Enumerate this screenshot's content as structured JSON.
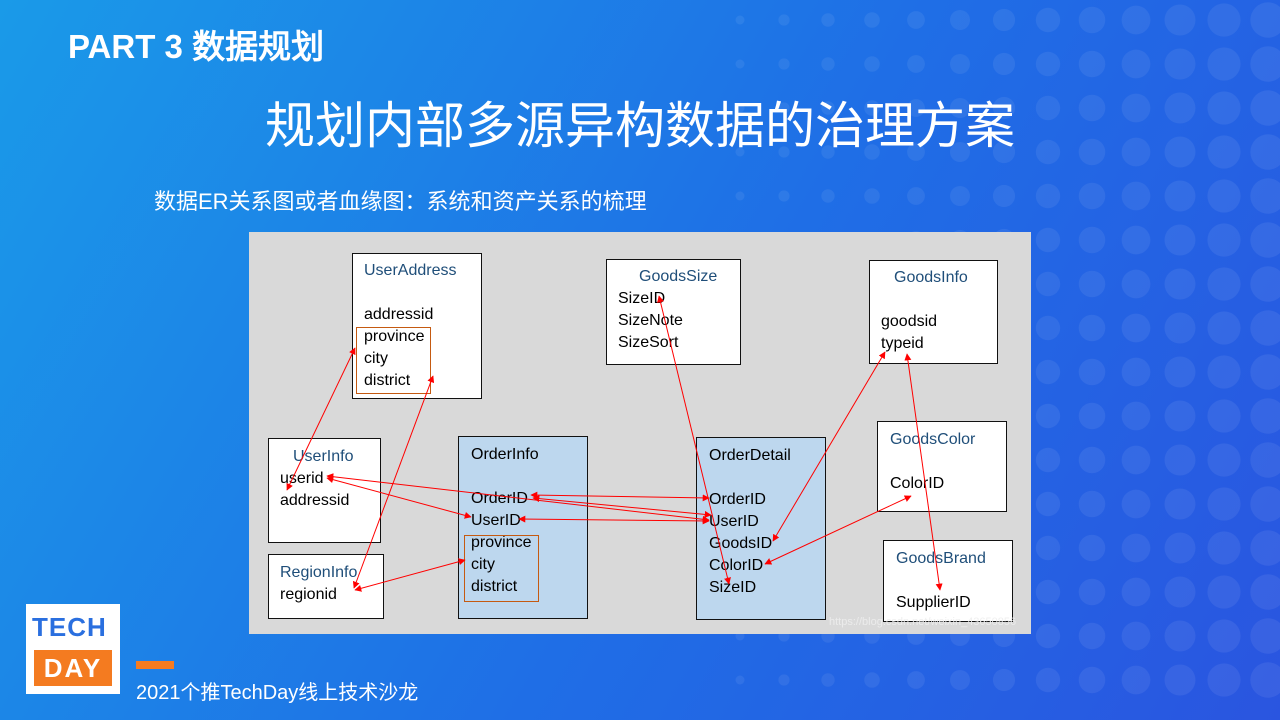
{
  "header": {
    "part_title": "PART 3 数据规划",
    "main_title": "规划内部多源异构数据的治理方案",
    "subtitle": "数据ER关系图或者血缘图：系统和资产关系的梳理"
  },
  "tables": {
    "useraddress": {
      "name": "UserAddress",
      "fields": [
        "addressid",
        "province",
        "city",
        "district"
      ]
    },
    "userinfo": {
      "name": "UserInfo",
      "fields": [
        "userid",
        "addressid"
      ]
    },
    "regioninfo": {
      "name": "RegionInfo",
      "fields": [
        "regionid"
      ]
    },
    "orderinfo": {
      "name": "OrderInfo",
      "fields": [
        "OrderID",
        "UserID",
        "province",
        "city",
        "district"
      ]
    },
    "goodssize": {
      "name": "GoodsSize",
      "fields": [
        "SizeID",
        "SizeNote",
        "SizeSort"
      ]
    },
    "orderdetail": {
      "name": "OrderDetail",
      "fields": [
        "OrderID",
        "UserID",
        "GoodsID",
        "ColorID",
        "SizeID"
      ]
    },
    "goodsinfo": {
      "name": "GoodsInfo",
      "fields": [
        "goodsid",
        "typeid"
      ]
    },
    "goodscolor": {
      "name": "GoodsColor",
      "fields": [
        "ColorID"
      ]
    },
    "goodsbrand": {
      "name": "GoodsBrand",
      "fields": [
        "SupplierID"
      ]
    }
  },
  "watermark": "https://blog.csdn.net/weixin_43650856",
  "footer": {
    "logo_top": "TECH",
    "logo_bottom": "DAY",
    "text": "2021个推TechDay线上技术沙龙"
  },
  "colors": {
    "background": "#1f6ee6",
    "accent": "#f47b20",
    "link": "#ff0000",
    "table_name": "#1f4e79",
    "highlight_border": "#c55a11",
    "fact_table": "#bdd7ee"
  }
}
